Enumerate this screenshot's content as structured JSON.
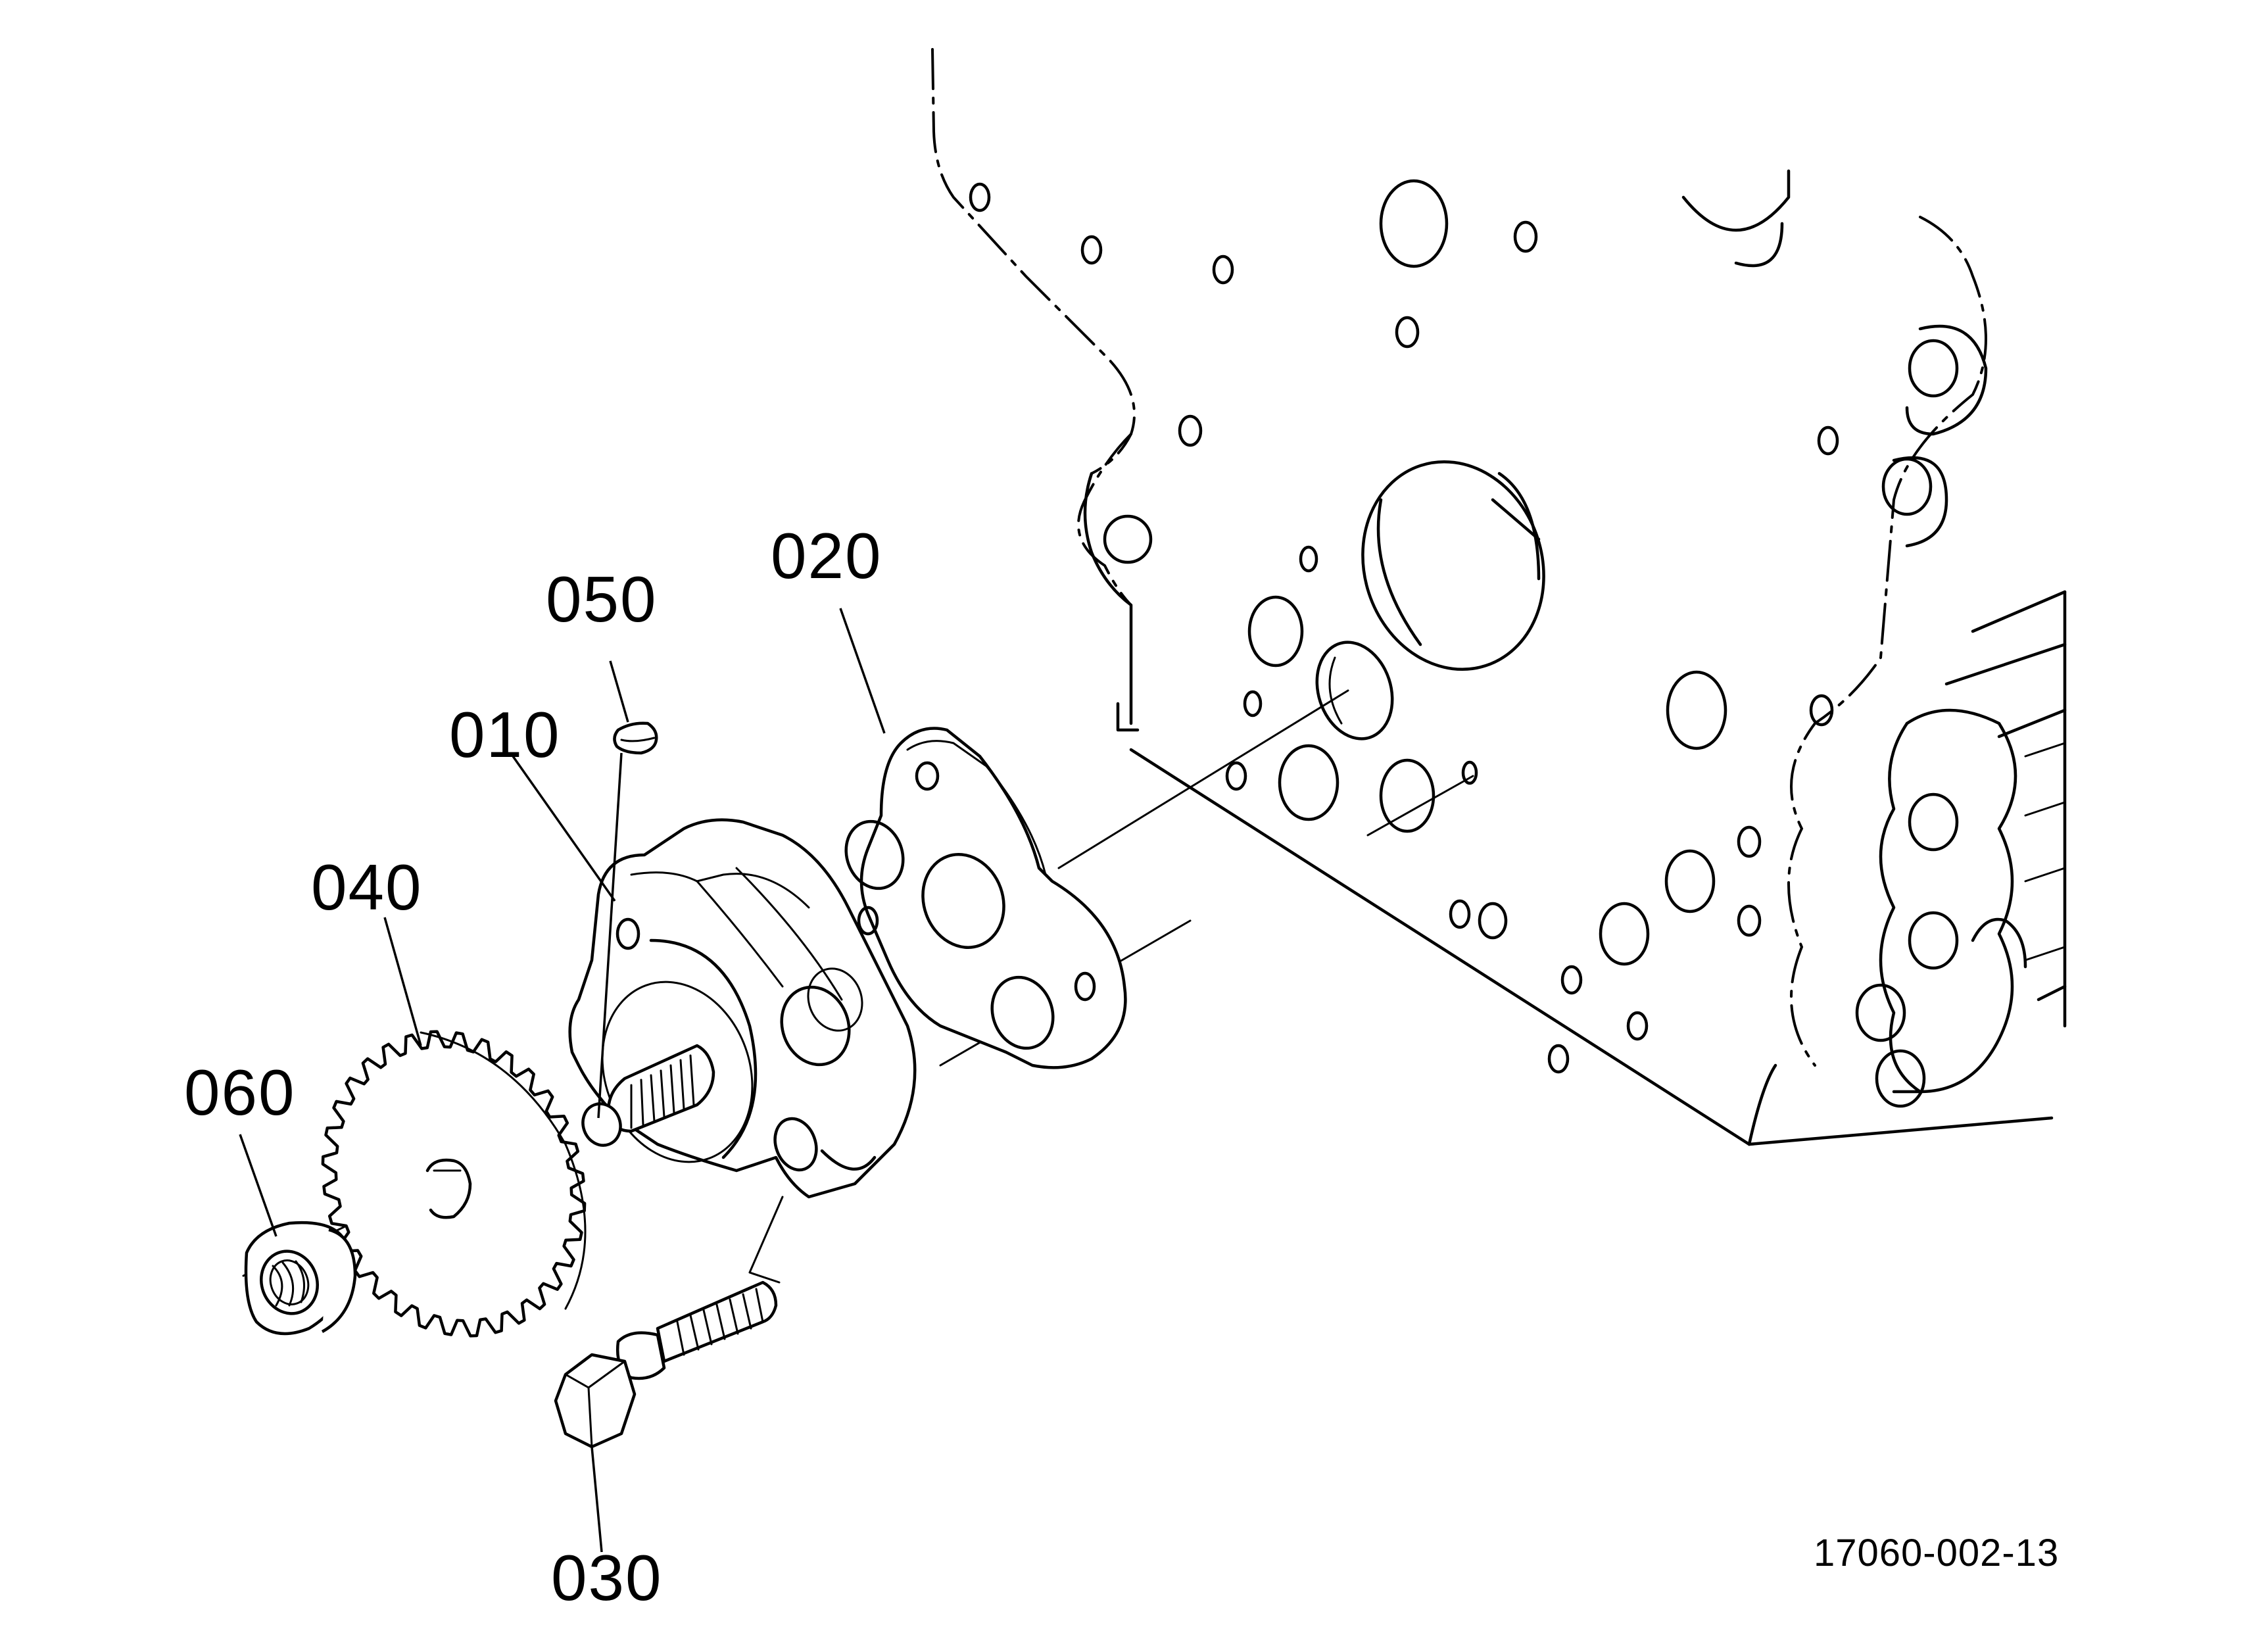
{
  "diagram": {
    "callouts": [
      {
        "id": "part-010",
        "label": "010"
      },
      {
        "id": "part-020",
        "label": "020"
      },
      {
        "id": "part-030",
        "label": "030"
      },
      {
        "id": "part-040",
        "label": "040"
      },
      {
        "id": "part-050",
        "label": "050"
      },
      {
        "id": "part-060",
        "label": "060"
      }
    ],
    "drawing_number": "17060-002-13"
  }
}
